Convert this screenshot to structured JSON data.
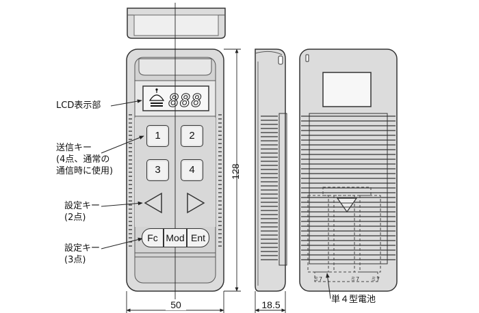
{
  "labels": {
    "lcd": "LCD表示部",
    "send_key_1": "送信キー",
    "send_key_2": "(4点、通常の",
    "send_key_3": "通信時に使用)",
    "set_key_a_1": "設定キー",
    "set_key_a_2": "(2点)",
    "set_key_b_1": "設定キー",
    "set_key_b_2": "(3点)",
    "battery": "単４型電池"
  },
  "keys": {
    "k1": "1",
    "k2": "2",
    "k3": "3",
    "k4": "4",
    "fc": "Fc",
    "mod": "Mod",
    "ent": "Ent"
  },
  "lcd_digits": "888",
  "dimensions": {
    "height": "128",
    "width": "50",
    "depth": "18.5"
  },
  "battery_marks": [
    "ミ7",
    "ミ7",
    "ミ7"
  ],
  "colors": {
    "body_fill": "#dcdcdc",
    "body_stroke": "#333333",
    "line": "#222222"
  }
}
